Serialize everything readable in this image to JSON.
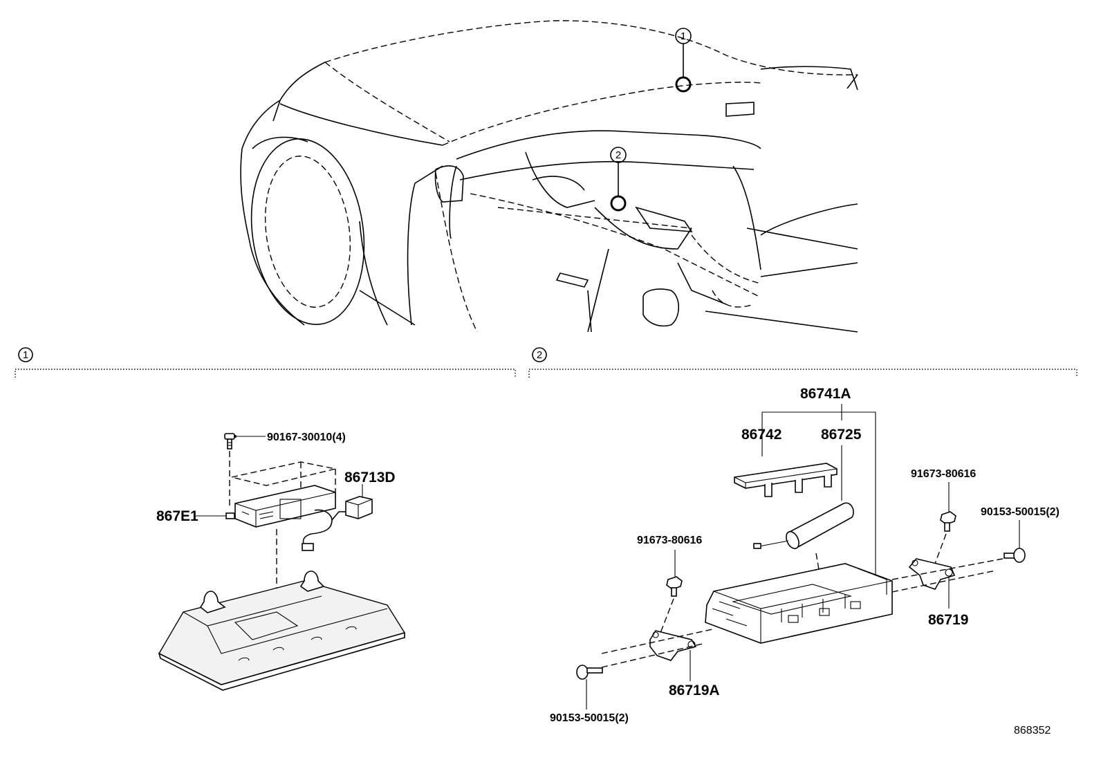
{
  "overview": {
    "callout_1": "1",
    "callout_2": "2"
  },
  "section_1": {
    "marker": "1",
    "labels": {
      "screw": "90167-30010(4)",
      "connector": "86713D",
      "unit": "867E1"
    }
  },
  "section_2": {
    "marker": "2",
    "labels": {
      "assembly": "86741A",
      "cover": "86742",
      "cartridge": "86725",
      "bolt_left": "91673-80616",
      "bolt_right": "91673-80616",
      "screw_right": "90153-50015(2)",
      "screw_left": "90153-50015(2)",
      "bracket_right": "86719",
      "bracket_left": "86719A"
    }
  },
  "figure_id": "868352"
}
